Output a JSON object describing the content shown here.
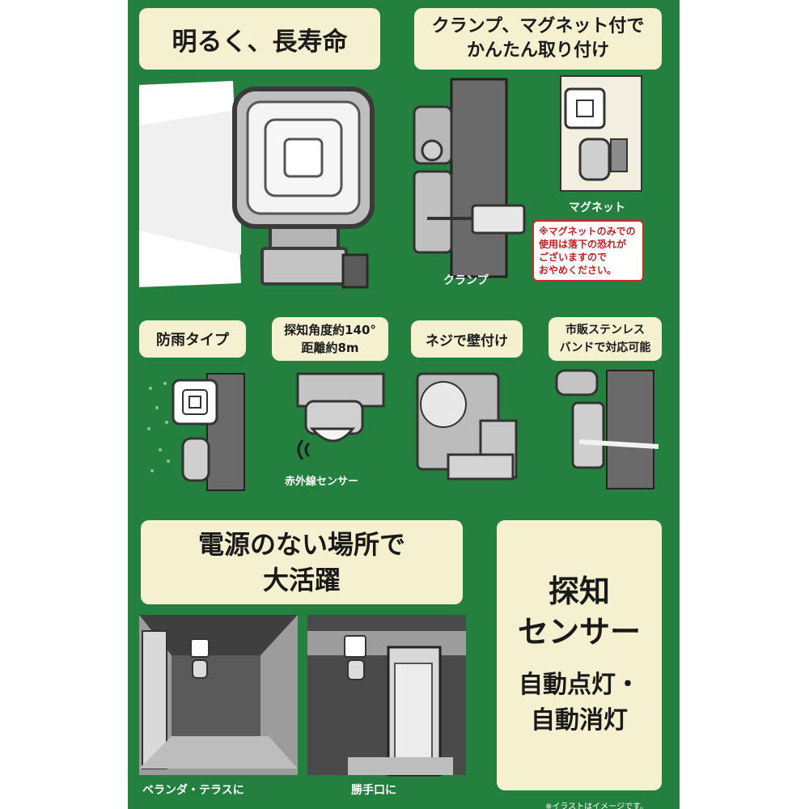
{
  "title_bright": "明るく、長寿命",
  "title_mount": {
    "line1": "クランプ、マグネット付で",
    "line2": "かんたん取り付け"
  },
  "label_magnet": "マグネット",
  "label_clamp": "クランプ",
  "warning_note": {
    "line1": "※マグネットのみでの",
    "line2": "使用は落下の恐れが",
    "line3": "ございますので",
    "line4": "おやめください。"
  },
  "feature_rainproof": "防雨タイプ",
  "feature_sensor": {
    "line1": "探知角度約140°",
    "line2": "距離約8m"
  },
  "label_infrared": "赤外線センサー",
  "feature_screw": "ネジで壁付け",
  "feature_band": {
    "line1": "市販ステンレス",
    "line2": "バンドで対応可能"
  },
  "title_no_power": {
    "line1": "電源のない場所で",
    "line2": "大活躍"
  },
  "title_detect": {
    "line1": "探知",
    "line2": "センサー",
    "line3": "自動点灯・",
    "line4": "自動消灯"
  },
  "caption_veranda": "ベランダ・テラスに",
  "caption_backdoor": "勝手口に",
  "footnote": "※イラストはイメージです。",
  "colors": {
    "panel_green": "#23803f",
    "label_cream": "#f4f0d0",
    "warning_red": "#cc2a2a"
  },
  "icons": [
    "led-light-icon",
    "infrared-wave-icon"
  ]
}
